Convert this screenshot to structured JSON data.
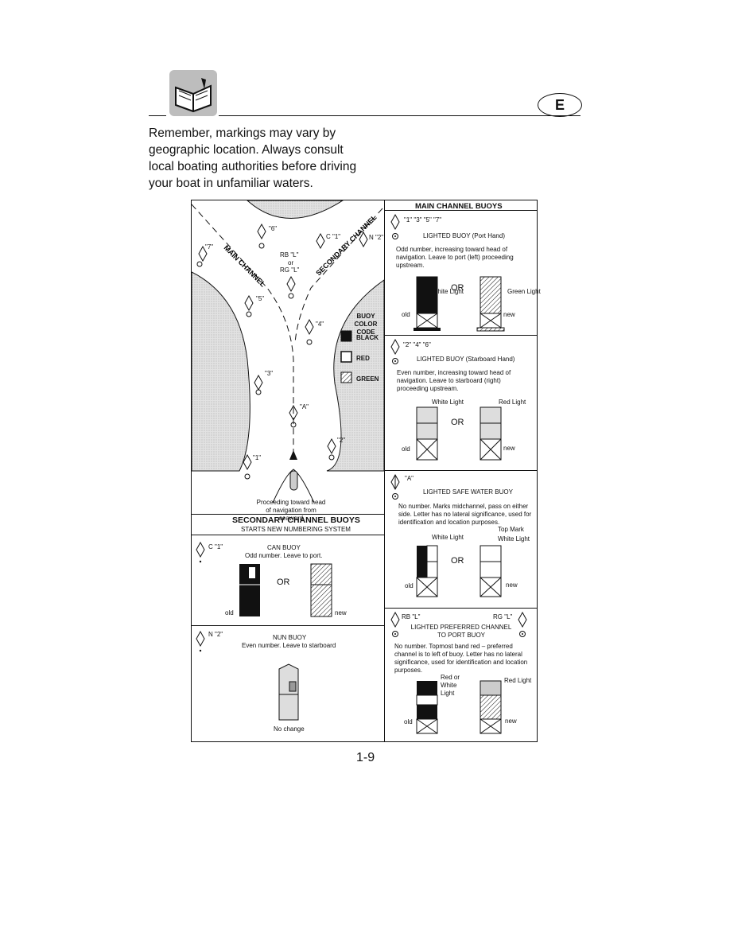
{
  "header": {
    "badge": "E",
    "book_icon": "book-icon"
  },
  "intro_text": "Remember, markings may vary by geographic location. Always consult local boating authorities before driving your boat in unfamiliar waters.",
  "chart": {
    "main_channel": "MAIN CHANNEL",
    "secondary_channel": "SECONDARY CHANNEL",
    "labels": {
      "b6": "\"6\"",
      "b7": "\"7\"",
      "b5": "\"5\"",
      "b4": "\"4\"",
      "b3": "\"3\"",
      "bA": "\"A\"",
      "b2": "\"2\"",
      "b1": "\"1\"",
      "c1": "C \"1\"",
      "n2": "N \"2\"",
      "rb": "RB \"L\"",
      "or": "or",
      "rg": "RG \"L\""
    },
    "color_code_title": "BUOY COLOR CODE",
    "black": "BLACK",
    "red": "RED",
    "green": "GREEN",
    "caption": "Proceeding toward head of navigation from seaward"
  },
  "secondary": {
    "title": "SECONDARY CHANNEL BUOYS",
    "subtitle": "STARTS NEW NUMBERING SYSTEM",
    "can_label": "C \"1\"",
    "can_title": "CAN BUOY",
    "can_desc": "Odd number. Leave to port.",
    "or": "OR",
    "old": "old",
    "new": "new",
    "nun_label": "N \"2\"",
    "nun_title": "NUN BUOY",
    "nun_desc": "Even number. Leave to starboard",
    "no_change": "No change"
  },
  "main_buoys": {
    "title": "MAIN CHANNEL BUOYS",
    "port": {
      "numbers": "\"1\" \"3\" \"5\" \"7\"",
      "title": "LIGHTED BUOY (Port Hand)",
      "desc": "Odd number, increasing toward head of navigation. Leave to port (left) proceeding upstream.",
      "light_old": "White Light",
      "light_new": "Green Light"
    },
    "starboard": {
      "numbers": "\"2\" \"4\" \"6\"",
      "title": "LIGHTED BUOY (Starboard Hand)",
      "desc": "Even number, increasing toward head of navigation. Leave to starboard (right) proceeding upstream.",
      "light_old": "White Light",
      "light_new": "Red Light"
    },
    "safe": {
      "numbers": "\"A\"",
      "title": "LIGHTED SAFE WATER BUOY",
      "desc": "No number. Marks midchannel, pass on either side. Letter has no lateral significance, used for identification and location purposes.",
      "top_mark": "Top Mark",
      "light_old": "White Light",
      "light_new": "White Light"
    },
    "preferred": {
      "rb": "RB \"L\"",
      "rg": "RG \"L\"",
      "title": "LIGHTED PREFERRED CHANNEL TO PORT BUOY",
      "desc": "No number. Topmost band red – preferred channel is to left of buoy. Letter has no lateral significance, used for identification and location purposes.",
      "light_old": "Red or White Light",
      "light_new": "Red Light"
    },
    "or": "OR",
    "old": "old",
    "new": "new"
  },
  "page_number": "1-9"
}
